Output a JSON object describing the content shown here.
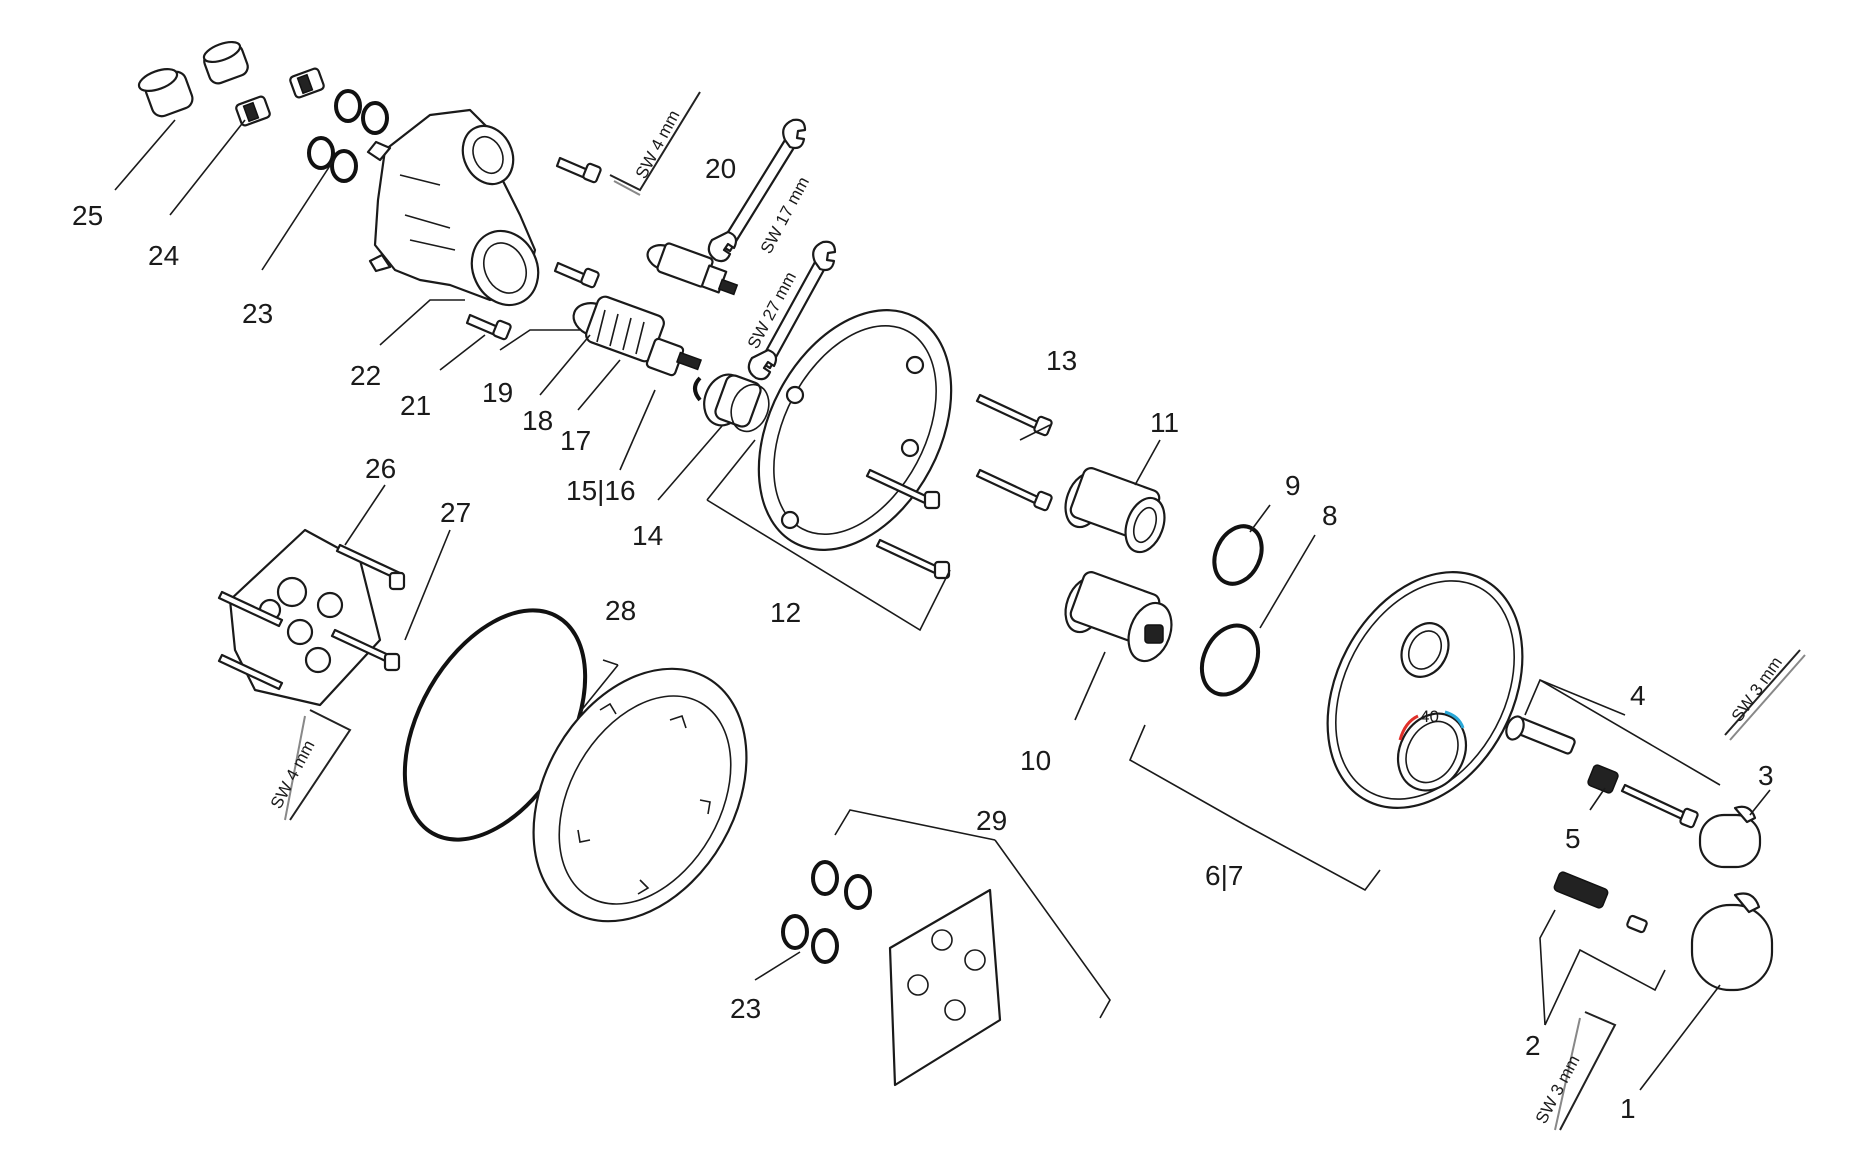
{
  "callouts": {
    "c1": "1",
    "c2": "2",
    "c3": "3",
    "c4": "4",
    "c5": "5",
    "c6_7": "6|7",
    "c8": "8",
    "c9": "9",
    "c10": "10",
    "c11": "11",
    "c12": "12",
    "c13": "13",
    "c14": "14",
    "c15_16": "15|16",
    "c17": "17",
    "c18": "18",
    "c19": "19",
    "c20": "20",
    "c21": "21",
    "c22": "22",
    "c23a": "23",
    "c23b": "23",
    "c24": "24",
    "c25": "25",
    "c26": "26",
    "c27": "27",
    "c28": "28",
    "c29": "29"
  },
  "tools": {
    "sw4_top": "SW 4 mm",
    "sw17": "SW 17 mm",
    "sw27": "SW 27 mm",
    "sw4_left": "SW 4 mm",
    "sw3_right": "SW 3 mm",
    "sw3_bottom": "SW 3 mm"
  },
  "trim_plate": {
    "temp_mark": "40"
  },
  "colors": {
    "hot_mark": "#e0302a",
    "cold_mark": "#2aa8d8",
    "line": "#1a1a1a"
  }
}
